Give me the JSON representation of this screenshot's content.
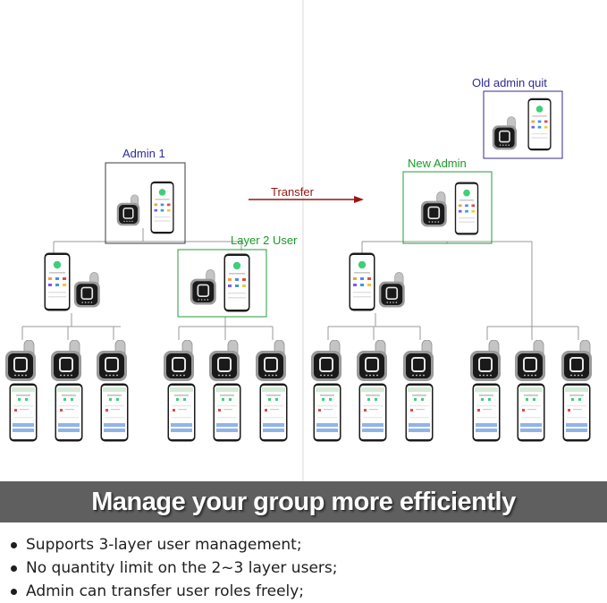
{
  "labels": {
    "admin1": "Admin 1",
    "layer2_user": "Layer 2 User",
    "transfer": "Transfer",
    "new_admin": "New Admin",
    "old_admin_quit": "Old admin quit"
  },
  "banner": {
    "text": "Manage your group more efficiently"
  },
  "bullets": [
    "Supports 3-layer user management;",
    "No quantity limit on the 2~3 layer users;",
    "Admin can transfer user roles freely;"
  ],
  "colors": {
    "admin_label": "#2c2a9a",
    "admin_box": "#3b3b3b",
    "green_label": "#1a9a2a",
    "green_box": "#2a9a3a",
    "transfer": "#9a1414",
    "old_admin_box": "#3a2a8a",
    "banner_bg": "#5f5f5f",
    "banner_text": "#ffffff",
    "bullet_text": "#1e1e1e"
  },
  "icons": [
    "smart-lock-icon",
    "smartphone-app-icon",
    "arrow-right-icon",
    "bullet-dot-icon"
  ]
}
